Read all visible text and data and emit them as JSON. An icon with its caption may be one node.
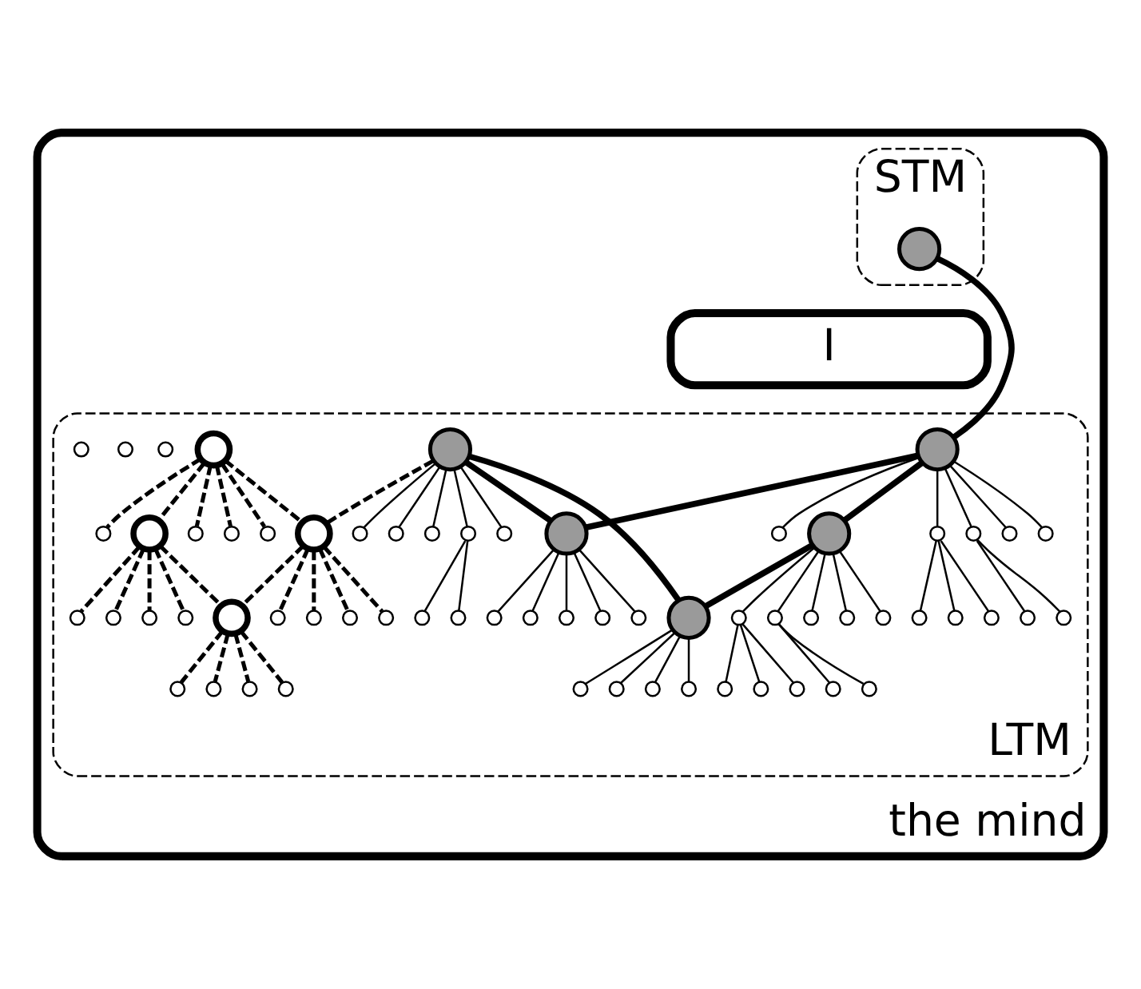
{
  "diagram": {
    "nodes": [
      {
        "text": [
          "the mind"
        ]
      },
      {
        "text": [
          "STM"
        ],
        "in": 0
      },
      {
        "text": [
          "I"
        ],
        "in": 0
      },
      {
        "text": [
          "LTM"
        ],
        "in": 0
      },
      {
        "text": [],
        "shape": "circle",
        "in": 1
      },
      {
        "text": [],
        "shape": "circle",
        "in": 3
      },
      {
        "text": [],
        "shape": "circle",
        "in": 3
      },
      {
        "text": [],
        "shape": "circle",
        "in": 3
      },
      {
        "text": [],
        "shape": "circle",
        "in": 3
      },
      {
        "text": [],
        "shape": "circle",
        "in": 3
      },
      {
        "text": [],
        "shape": "circle",
        "in": 3
      },
      {
        "text": [],
        "shape": "circle",
        "in": 3
      },
      {
        "text": [],
        "shape": "circle",
        "in": 3
      },
      {
        "text": [],
        "shape": "circle",
        "in": 3
      },
      {
        "text": [],
        "shape": "circle",
        "in": 3
      },
      {
        "text": [],
        "shape": "circle",
        "in": 3
      },
      {
        "text": [],
        "shape": "circle",
        "in": 3
      },
      {
        "text": [],
        "shape": "circle",
        "in": 3
      },
      {
        "text": [],
        "shape": "circle",
        "in": 3
      },
      {
        "text": [],
        "shape": "circle",
        "in": 3
      },
      {
        "text": [],
        "shape": "circle",
        "in": 3
      },
      {
        "text": [],
        "shape": "circle",
        "in": 3
      },
      {
        "text": [],
        "shape": "circle",
        "in": 3
      },
      {
        "text": [],
        "shape": "circle",
        "in": 3
      },
      {
        "text": [],
        "shape": "circle",
        "in": 3
      },
      {
        "text": [],
        "shape": "circle",
        "in": 3
      },
      {
        "text": [],
        "shape": "circle",
        "in": 3
      },
      {
        "text": [],
        "shape": "circle",
        "in": 3
      },
      {
        "text": [],
        "shape": "circle",
        "in": 3
      },
      {
        "text": [],
        "shape": "circle",
        "in": 3
      },
      {
        "text": [],
        "shape": "circle",
        "in": 3
      },
      {
        "text": [],
        "shape": "circle",
        "in": 3
      },
      {
        "text": [],
        "shape": "circle",
        "in": 3
      },
      {
        "text": [],
        "shape": "circle",
        "in": 3
      },
      {
        "text": [],
        "shape": "circle",
        "in": 3
      },
      {
        "text": [],
        "shape": "circle",
        "in": 3
      },
      {
        "text": [],
        "shape": "circle",
        "in": 3
      },
      {
        "text": [],
        "shape": "circle",
        "in": 3
      },
      {
        "text": [],
        "shape": "circle",
        "in": 3
      },
      {
        "text": [],
        "shape": "circle",
        "in": 3
      },
      {
        "text": [],
        "shape": "circle",
        "in": 3
      },
      {
        "text": [],
        "shape": "circle",
        "in": 3
      },
      {
        "text": [],
        "shape": "circle",
        "in": 3
      },
      {
        "text": [],
        "shape": "circle",
        "in": 3
      },
      {
        "text": [],
        "shape": "circle",
        "in": 3
      },
      {
        "text": [],
        "shape": "circle",
        "in": 3
      },
      {
        "text": [],
        "shape": "circle",
        "in": 3
      },
      {
        "text": [],
        "shape": "circle",
        "in": 3
      },
      {
        "text": [],
        "shape": "circle",
        "in": 3
      },
      {
        "text": [],
        "shape": "circle",
        "in": 3
      },
      {
        "text": [],
        "shape": "circle",
        "in": 3
      },
      {
        "text": [],
        "shape": "circle",
        "in": 3
      },
      {
        "text": [],
        "shape": "circle",
        "in": 3
      },
      {
        "text": [],
        "shape": "circle",
        "in": 3
      },
      {
        "text": [],
        "shape": "circle",
        "in": 3
      },
      {
        "text": [],
        "shape": "circle",
        "in": 3
      },
      {
        "text": [],
        "shape": "circle",
        "in": 3
      },
      {
        "text": [],
        "shape": "circle",
        "in": 3
      },
      {
        "text": [],
        "shape": "circle",
        "in": 3
      },
      {
        "text": [],
        "shape": "circle",
        "in": 3
      },
      {
        "text": [],
        "shape": "circle",
        "in": 3
      },
      {
        "text": [],
        "shape": "circle",
        "in": 3
      },
      {
        "text": [],
        "shape": "circle",
        "in": 3
      },
      {
        "text": [],
        "shape": "circle",
        "in": 3
      },
      {
        "text": [],
        "shape": "circle",
        "in": 3
      },
      {
        "text": [],
        "shape": "circle",
        "in": 3
      },
      {
        "text": [],
        "shape": "circle",
        "in": 3
      },
      {
        "text": [],
        "shape": "circle",
        "in": 3
      },
      {
        "text": [],
        "shape": "circle",
        "in": 3
      }
    ],
    "edges": [
      {
        "from": 4,
        "to": 5,
        "arrow": "none",
        "style": "thick"
      },
      {
        "from": 5,
        "to": 7,
        "arrow": "none",
        "style": "thick"
      },
      {
        "from": 5,
        "to": 8,
        "arrow": "none",
        "style": "thick"
      },
      {
        "from": 6,
        "to": 7,
        "arrow": "none",
        "style": "thick"
      },
      {
        "from": 6,
        "to": 9,
        "arrow": "none",
        "style": "thick"
      },
      {
        "from": 8,
        "to": 9,
        "arrow": "none",
        "style": "thick"
      },
      {
        "from": 6,
        "to": 11,
        "arrow": "none",
        "style": "dashed"
      },
      {
        "from": 10,
        "to": 11,
        "arrow": "none",
        "style": "dashed"
      },
      {
        "from": 10,
        "to": 13,
        "arrow": "none",
        "style": "dashed"
      },
      {
        "from": 11,
        "to": 12,
        "arrow": "none",
        "style": "dashed"
      },
      {
        "from": 13,
        "to": 12,
        "arrow": "none",
        "style": "dashed"
      },
      {
        "from": 5,
        "to": 14,
        "arrow": "none"
      },
      {
        "from": 5,
        "to": 15,
        "arrow": "none"
      },
      {
        "from": 5,
        "to": 16,
        "arrow": "none"
      },
      {
        "from": 5,
        "to": 17,
        "arrow": "none"
      },
      {
        "from": 5,
        "to": 18,
        "arrow": "none"
      },
      {
        "from": 14,
        "to": 19,
        "arrow": "none"
      },
      {
        "from": 14,
        "to": 20,
        "arrow": "none"
      },
      {
        "from": 14,
        "to": 21,
        "arrow": "none"
      },
      {
        "from": 15,
        "to": 22,
        "arrow": "none"
      },
      {
        "from": 15,
        "to": 23,
        "arrow": "none"
      },
      {
        "from": 6,
        "to": 24,
        "arrow": "none"
      },
      {
        "from": 6,
        "to": 25,
        "arrow": "none"
      },
      {
        "from": 6,
        "to": 26,
        "arrow": "none"
      },
      {
        "from": 6,
        "to": 27,
        "arrow": "none"
      },
      {
        "from": 6,
        "to": 28,
        "arrow": "none"
      },
      {
        "from": 24,
        "to": 29,
        "arrow": "none"
      },
      {
        "from": 24,
        "to": 30,
        "arrow": "none"
      },
      {
        "from": 7,
        "to": 31,
        "arrow": "none"
      },
      {
        "from": 7,
        "to": 32,
        "arrow": "none"
      },
      {
        "from": 7,
        "to": 33,
        "arrow": "none"
      },
      {
        "from": 7,
        "to": 34,
        "arrow": "none"
      },
      {
        "from": 7,
        "to": 35,
        "arrow": "none"
      },
      {
        "from": 8,
        "to": 36,
        "arrow": "none"
      },
      {
        "from": 8,
        "to": 37,
        "arrow": "none"
      },
      {
        "from": 8,
        "to": 38,
        "arrow": "none"
      },
      {
        "from": 8,
        "to": 39,
        "arrow": "none"
      },
      {
        "from": 8,
        "to": 40,
        "arrow": "none"
      },
      {
        "from": 36,
        "to": 41,
        "arrow": "none"
      },
      {
        "from": 36,
        "to": 42,
        "arrow": "none"
      },
      {
        "from": 36,
        "to": 43,
        "arrow": "none"
      },
      {
        "from": 37,
        "to": 44,
        "arrow": "none"
      },
      {
        "from": 37,
        "to": 45,
        "arrow": "none"
      },
      {
        "from": 9,
        "to": 46,
        "arrow": "none"
      },
      {
        "from": 9,
        "to": 47,
        "arrow": "none"
      },
      {
        "from": 9,
        "to": 48,
        "arrow": "none"
      },
      {
        "from": 9,
        "to": 49,
        "arrow": "none"
      },
      {
        "from": 10,
        "to": 50,
        "arrow": "none",
        "style": "dashed"
      },
      {
        "from": 10,
        "to": 51,
        "arrow": "none",
        "style": "dashed"
      },
      {
        "from": 10,
        "to": 52,
        "arrow": "none",
        "style": "dashed"
      },
      {
        "from": 10,
        "to": 53,
        "arrow": "none",
        "style": "dashed"
      },
      {
        "from": 11,
        "to": 54,
        "arrow": "none",
        "style": "dashed"
      },
      {
        "from": 11,
        "to": 55,
        "arrow": "none",
        "style": "dashed"
      },
      {
        "from": 11,
        "to": 56,
        "arrow": "none",
        "style": "dashed"
      },
      {
        "from": 11,
        "to": 57,
        "arrow": "none",
        "style": "dashed"
      },
      {
        "from": 12,
        "to": 58,
        "arrow": "none",
        "style": "dashed"
      },
      {
        "from": 12,
        "to": 59,
        "arrow": "none",
        "style": "dashed"
      },
      {
        "from": 12,
        "to": 60,
        "arrow": "none",
        "style": "dashed"
      },
      {
        "from": 12,
        "to": 61,
        "arrow": "none",
        "style": "dashed"
      },
      {
        "from": 13,
        "to": 62,
        "arrow": "none",
        "style": "dashed"
      },
      {
        "from": 13,
        "to": 63,
        "arrow": "none",
        "style": "dashed"
      },
      {
        "from": 13,
        "to": 64,
        "arrow": "none",
        "style": "dashed"
      },
      {
        "from": 13,
        "to": 65,
        "arrow": "none",
        "style": "dashed"
      }
    ]
  }
}
